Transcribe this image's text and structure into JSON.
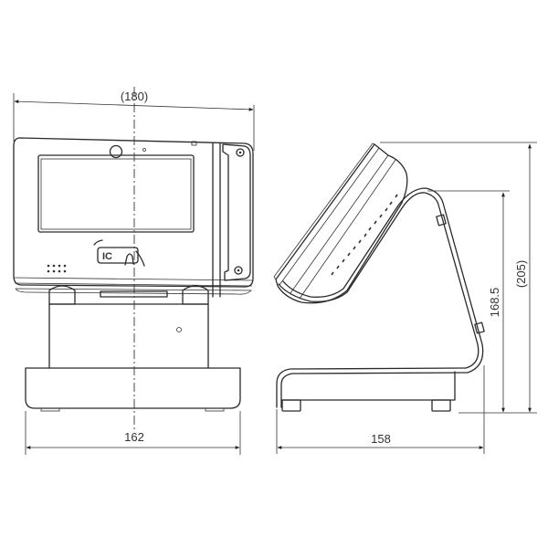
{
  "drawing": {
    "front_view": {
      "width_overall": "(180)",
      "base_width": "162",
      "ic_logo": "IC"
    },
    "side_view": {
      "depth": "158",
      "stand_height": "168.5",
      "height_overall": "(205)"
    },
    "line_color": "#2a2a2a"
  }
}
